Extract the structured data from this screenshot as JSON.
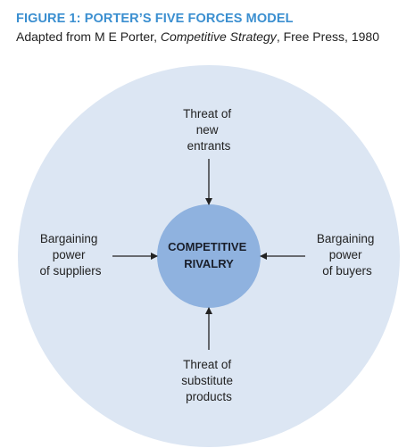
{
  "figure": {
    "title": "FIGURE 1: PORTER’S FIVE FORCES MODEL",
    "subtitle_prefix": "Adapted from M E Porter, ",
    "subtitle_book": "Competitive Strategy",
    "subtitle_suffix": ", Free Press, 1980"
  },
  "diagram": {
    "center": [
      "COMPETITIVE",
      "RIVALRY"
    ],
    "top": [
      "Threat of",
      "new",
      "entrants"
    ],
    "bottom": [
      "Threat of",
      "substitute",
      "products"
    ],
    "left": [
      "Bargaining",
      "power",
      "of suppliers"
    ],
    "right": [
      "Bargaining",
      "power",
      "of buyers"
    ]
  },
  "colors": {
    "title": "#3b8fd0",
    "outer_circle": "#dce6f3",
    "inner_circle": "#8fb2df",
    "arrow": "#222222"
  }
}
